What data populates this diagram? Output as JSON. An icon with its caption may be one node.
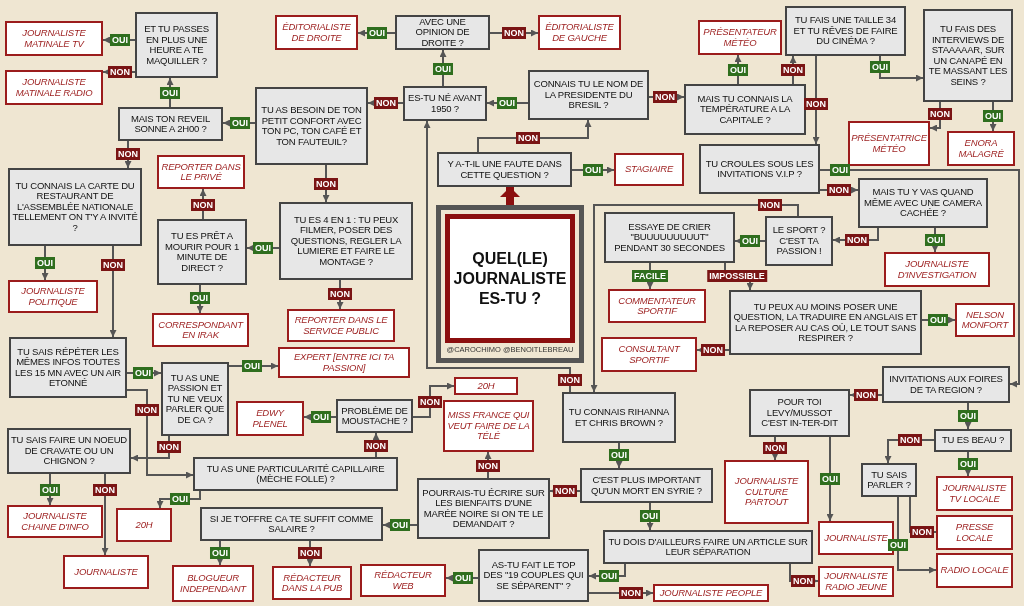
{
  "diagram": {
    "nodes": [
      {
        "text": [
          "QUEL(LE) JOURNALISTE ES-TU ?",
          "@CAROCHIMO @BENOITLEBREAU"
        ]
      },
      {
        "text": [
          "Y A-T-IL UNE FAUTE DANS CETTE QUESTION ?"
        ]
      },
      {
        "text": [
          "STAGIAIRE"
        ]
      },
      {
        "text": [
          "CONNAIS TU LE NOM DE LA PRESIDENTE DU BRESIL ?"
        ]
      },
      {
        "text": [
          "ES-TU NÉ AVANT 1950 ?"
        ]
      },
      {
        "text": [
          "AVEC UNE OPINION DE DROITE ?"
        ]
      },
      {
        "text": [
          "ÉDITORIALISTE DE DROITE"
        ]
      },
      {
        "text": [
          "ÉDITORIALISTE DE GAUCHE"
        ]
      },
      {
        "text": [
          "TU AS BESOIN DE TON PETIT CONFORT AVEC TON PC, TON CAFÉ ET TON FAUTEUIL?"
        ]
      },
      {
        "text": [
          "MAIS TON REVEIL SONNE A 2H00 ?"
        ]
      },
      {
        "text": [
          "ET TU PASSES EN PLUS UNE HEURE A TE MAQUILLER ?"
        ]
      },
      {
        "text": [
          "JOURNALISTE MATINALE TV"
        ]
      },
      {
        "text": [
          "JOURNALISTE MATINALE RADIO"
        ]
      },
      {
        "text": [
          "TU CONNAIS LA CARTE DU RESTAURANT DE L'ASSEMBLÉE NATIONALE TELLEMENT ON T'Y A INVITÉ ?"
        ]
      },
      {
        "text": [
          "JOURNALISTE POLITIQUE"
        ]
      },
      {
        "text": [
          "TU ES 4 EN 1 : TU PEUX FILMER, POSER DES QUESTIONS, REGLER LA LUMIERE ET FAIRE LE MONTAGE ?"
        ]
      },
      {
        "text": [
          "TU ES PRÊT A MOURIR POUR 1 MINUTE DE DIRECT ?"
        ]
      },
      {
        "text": [
          "REPORTER DANS LE PRIVÉ"
        ]
      },
      {
        "text": [
          "CORRESPONDANT EN IRAK"
        ]
      },
      {
        "text": [
          "REPORTER DANS LE SERVICE PUBLIC"
        ]
      },
      {
        "text": [
          "TU SAIS RÉPÉTER LES MÊMES INFOS TOUTES LES 15 MN AVEC UN AIR ETONNÉ"
        ]
      },
      {
        "text": [
          "TU AS UNE PASSION ET TU NE VEUX PARLER QUE DE CA ?"
        ]
      },
      {
        "text": [
          "EXPERT [ENTRE ICI TA PASSION]"
        ]
      },
      {
        "text": [
          "TU SAIS FAIRE UN NOEUD DE CRAVATE OU UN CHIGNON ?"
        ]
      },
      {
        "text": [
          "JOURNALISTE CHAINE D'INFO"
        ]
      },
      {
        "text": [
          "JOURNALISTE"
        ]
      },
      {
        "text": [
          "TU AS UNE PARTICULARITÉ CAPILLAIRE (MÈCHE FOLLE) ?"
        ]
      },
      {
        "text": [
          "20H"
        ]
      },
      {
        "text": [
          "PROBLÈME DE MOUSTACHE ?"
        ]
      },
      {
        "text": [
          "EDWY PLENEL"
        ]
      },
      {
        "text": [
          "20H"
        ]
      },
      {
        "text": [
          "TU CONNAIS RIHANNA ET CHRIS BROWN ?"
        ]
      },
      {
        "text": [
          "C'EST PLUS IMPORTANT QU'UN MORT EN SYRIE ?"
        ]
      },
      {
        "text": [
          "POURRAIS-TU ÉCRIRE SUR LES BIENFAITS D'UNE MARÉE NOIRE SI ON TE LE DEMANDAIT ?"
        ]
      },
      {
        "text": [
          "MISS FRANCE QUI VEUT FAIRE DE LA TÉLÉ"
        ]
      },
      {
        "text": [
          "SI JE T'OFFRE CA TE SUFFIT COMME SALAIRE ?"
        ]
      },
      {
        "text": [
          "BLOGUEUR INDEPENDANT"
        ]
      },
      {
        "text": [
          "RÉDACTEUR DANS LA PUB"
        ]
      },
      {
        "text": [
          "TU DOIS D'AILLEURS FAIRE UN ARTICLE SUR LEUR SÉPARATION"
        ]
      },
      {
        "text": [
          "AS-TU FAIT LE TOP DES \"19 COUPLES QUI SE SÉPARENT\" ?"
        ]
      },
      {
        "text": [
          "RÉDACTEUR WEB"
        ]
      },
      {
        "text": [
          "JOURNALISTE PEOPLE"
        ]
      },
      {
        "text": [
          "JOURNALISTE RADIO JEUNE"
        ]
      },
      {
        "text": [
          "MAIS TU CONNAIS LA TEMPÉRATURE A LA CAPITALE ?"
        ]
      },
      {
        "text": [
          "PRÉSENTATEUR MÉTÉO"
        ]
      },
      {
        "text": [
          "TU FAIS UNE TAILLE 34 ET TU RÊVES DE FAIRE DU CINÉMA ?"
        ]
      },
      {
        "text": [
          "TU FAIS DES INTERVIEWS DE STAAAAAR, SUR UN CANAPÉ EN TE MASSANT LES SEINS ?"
        ]
      },
      {
        "text": [
          "PRÉSENTATRICE MÉTÉO"
        ]
      },
      {
        "text": [
          "ENORA MALAGRÉ"
        ]
      },
      {
        "text": [
          "TU CROULES SOUS LES INVITATIONS V.I.P ?"
        ]
      },
      {
        "text": [
          "MAIS TU Y VAS QUAND MÊME AVEC UNE CAMERA CACHÉE ?"
        ]
      },
      {
        "text": [
          "JOURNALISTE D'INVESTIGATION"
        ]
      },
      {
        "text": [
          "LE SPORT ? C'EST TA PASSION !"
        ]
      },
      {
        "text": [
          "ESSAYE DE CRIER \"BUUUUUUUUUT\" PENDANT 30 SECONDES"
        ]
      },
      {
        "text": [
          "COMMENTATEUR SPORTIF"
        ]
      },
      {
        "text": [
          "TU PEUX AU MOINS POSER UNE QUESTION, LA TRADUIRE EN ANGLAIS ET LA REPOSER AU CAS OÙ, LE TOUT SANS RESPIRER ?"
        ]
      },
      {
        "text": [
          "NELSON MONFORT"
        ]
      },
      {
        "text": [
          "CONSULTANT SPORTIF"
        ]
      },
      {
        "text": [
          "INVITATIONS AUX FOIRES DE TA REGION ?"
        ]
      },
      {
        "text": [
          "POUR TOI LEVY/MUSSOT C'EST IN-TER-DIT"
        ]
      },
      {
        "text": [
          "JOURNALISTE CULTURE PARTOUT"
        ]
      },
      {
        "text": [
          "JOURNALISTE"
        ]
      },
      {
        "text": [
          "TU ES BEAU ?"
        ]
      },
      {
        "text": [
          "JOURNALISTE TV LOCALE"
        ]
      },
      {
        "text": [
          "TU SAIS PARLER ?"
        ]
      },
      {
        "text": [
          "PRESSE LOCALE"
        ]
      },
      {
        "text": [
          "RADIO LOCALE"
        ]
      }
    ],
    "edges": [
      {
        "from": 0,
        "to": 1,
        "arrow": "to",
        "style": "thick",
        "color": "#8b0f0f"
      },
      {
        "from": 1,
        "to": 2,
        "label": "OUI",
        "arrow": "to"
      },
      {
        "from": 1,
        "to": 3,
        "label": "NON",
        "arrow": "to"
      },
      {
        "from": 3,
        "to": 4,
        "label": "OUI",
        "arrow": "to"
      },
      {
        "from": 3,
        "to": 43,
        "label": "NON",
        "arrow": "to"
      },
      {
        "from": 4,
        "to": 5,
        "label": "OUI",
        "arrow": "to"
      },
      {
        "from": 4,
        "to": 8,
        "label": "NON",
        "arrow": "to"
      },
      {
        "from": 5,
        "to": 6,
        "label": "OUI",
        "arrow": "to"
      },
      {
        "from": 5,
        "to": 7,
        "label": "NON",
        "arrow": "to"
      },
      {
        "from": 8,
        "to": 9,
        "label": "OUI",
        "arrow": "to"
      },
      {
        "from": 8,
        "to": 15,
        "label": "NON",
        "arrow": "to"
      },
      {
        "from": 9,
        "to": 10,
        "label": "OUI",
        "arrow": "to"
      },
      {
        "from": 9,
        "to": 13,
        "label": "NON",
        "arrow": "to"
      },
      {
        "from": 10,
        "to": 11,
        "label": "OUI",
        "arrow": "to"
      },
      {
        "from": 10,
        "to": 12,
        "label": "NON",
        "arrow": "to"
      },
      {
        "from": 13,
        "to": 14,
        "label": "OUI",
        "arrow": "to"
      },
      {
        "from": 13,
        "to": 20,
        "label": "NON",
        "arrow": "to"
      },
      {
        "from": 15,
        "to": 16,
        "label": "OUI",
        "arrow": "to"
      },
      {
        "from": 15,
        "to": 19,
        "label": "NON",
        "arrow": "to"
      },
      {
        "from": 16,
        "to": 17,
        "label": "NON",
        "arrow": "to"
      },
      {
        "from": 16,
        "to": 18,
        "label": "OUI",
        "arrow": "to"
      },
      {
        "from": 20,
        "to": 21,
        "label": "OUI",
        "arrow": "to"
      },
      {
        "from": 20,
        "to": 26,
        "label": "NON",
        "arrow": "to"
      },
      {
        "from": 21,
        "to": 22,
        "label": "OUI",
        "arrow": "to"
      },
      {
        "from": 21,
        "to": 23,
        "label": "NON",
        "arrow": "to"
      },
      {
        "from": 23,
        "to": 24,
        "label": "OUI",
        "arrow": "to"
      },
      {
        "from": 23,
        "to": 25,
        "label": "NON",
        "arrow": "to"
      },
      {
        "from": 26,
        "to": 27,
        "label": "OUI",
        "arrow": "to"
      },
      {
        "from": 26,
        "to": 28,
        "label": "NON",
        "arrow": "to"
      },
      {
        "from": 28,
        "to": 29,
        "label": "OUI",
        "arrow": "to"
      },
      {
        "from": 28,
        "to": 30,
        "label": "NON",
        "arrow": "to"
      },
      {
        "from": 31,
        "to": 32,
        "label": "OUI",
        "arrow": "to"
      },
      {
        "from": 31,
        "to": 4,
        "label": "NON",
        "arrow": "to"
      },
      {
        "from": 32,
        "to": 33,
        "label": "NON",
        "arrow": "to"
      },
      {
        "from": 32,
        "to": 38,
        "label": "OUI",
        "arrow": "to"
      },
      {
        "from": 33,
        "to": 34,
        "label": "NON",
        "arrow": "to"
      },
      {
        "from": 33,
        "to": 35,
        "label": "OUI",
        "arrow": "to"
      },
      {
        "from": 35,
        "to": 36,
        "label": "OUI",
        "arrow": "to"
      },
      {
        "from": 35,
        "to": 37,
        "label": "NON",
        "arrow": "to"
      },
      {
        "from": 38,
        "to": 39,
        "label": "OUI",
        "arrow": "to"
      },
      {
        "from": 38,
        "to": 42,
        "label": "NON",
        "arrow": "to"
      },
      {
        "from": 39,
        "to": 40,
        "label": "OUI",
        "arrow": "to"
      },
      {
        "from": 39,
        "to": 41,
        "label": "NON",
        "arrow": "to"
      },
      {
        "from": 43,
        "to": 44,
        "label": "OUI",
        "arrow": "to"
      },
      {
        "from": 43,
        "to": 45,
        "label": "NON",
        "arrow": "to"
      },
      {
        "from": 45,
        "to": 46,
        "label": "OUI",
        "arrow": "to"
      },
      {
        "from": 45,
        "to": 49,
        "label": "NON",
        "arrow": "to"
      },
      {
        "from": 46,
        "to": 47,
        "label": "NON",
        "arrow": "to"
      },
      {
        "from": 46,
        "to": 48,
        "label": "OUI",
        "arrow": "to"
      },
      {
        "from": 49,
        "to": 58,
        "label": "OUI",
        "arrow": "to"
      },
      {
        "from": 49,
        "to": 50,
        "label": "NON",
        "arrow": "to"
      },
      {
        "from": 50,
        "to": 51,
        "label": "OUI",
        "arrow": "to"
      },
      {
        "from": 50,
        "to": 52,
        "label": "NON",
        "arrow": "to"
      },
      {
        "from": 52,
        "to": 53,
        "label": "OUI",
        "arrow": "to"
      },
      {
        "from": 52,
        "to": 31,
        "label": "NON",
        "arrow": "to"
      },
      {
        "from": 53,
        "to": 54,
        "label": "FACILE",
        "arrow": "to"
      },
      {
        "from": 53,
        "to": 55,
        "label": "IMPOSSIBLE",
        "arrow": "to"
      },
      {
        "from": 55,
        "to": 56,
        "label": "OUI",
        "arrow": "to"
      },
      {
        "from": 55,
        "to": 57,
        "label": "NON",
        "arrow": "to"
      },
      {
        "from": 58,
        "to": 62,
        "label": "OUI",
        "arrow": "to"
      },
      {
        "from": 58,
        "to": 59,
        "label": "NON",
        "arrow": "to"
      },
      {
        "from": 59,
        "to": 60,
        "label": "NON",
        "arrow": "to"
      },
      {
        "from": 59,
        "to": 61,
        "label": "OUI",
        "arrow": "to"
      },
      {
        "from": 62,
        "to": 63,
        "label": "OUI",
        "arrow": "to"
      },
      {
        "from": 62,
        "to": 64,
        "label": "NON",
        "arrow": "to"
      },
      {
        "from": 64,
        "to": 65,
        "label": "NON",
        "arrow": "to"
      },
      {
        "from": 64,
        "to": 66,
        "label": "OUI",
        "arrow": "to"
      }
    ]
  }
}
